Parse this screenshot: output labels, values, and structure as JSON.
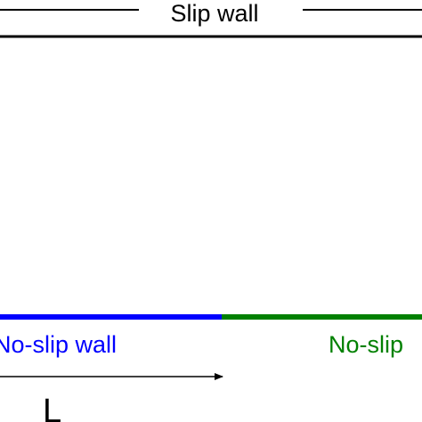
{
  "diagram": {
    "top_wall_label": "Slip wall",
    "bottom_left_label": "No-slip wall",
    "bottom_right_label": "No-slip",
    "length_label": "L"
  },
  "colors": {
    "top_wall": "#000000",
    "bottom_left_wall": "#0000ff",
    "bottom_right_wall": "#008000",
    "bottom_left_text": "#0000ff",
    "bottom_right_text": "#008000",
    "arrow": "#000000",
    "background": "#ffffff"
  }
}
